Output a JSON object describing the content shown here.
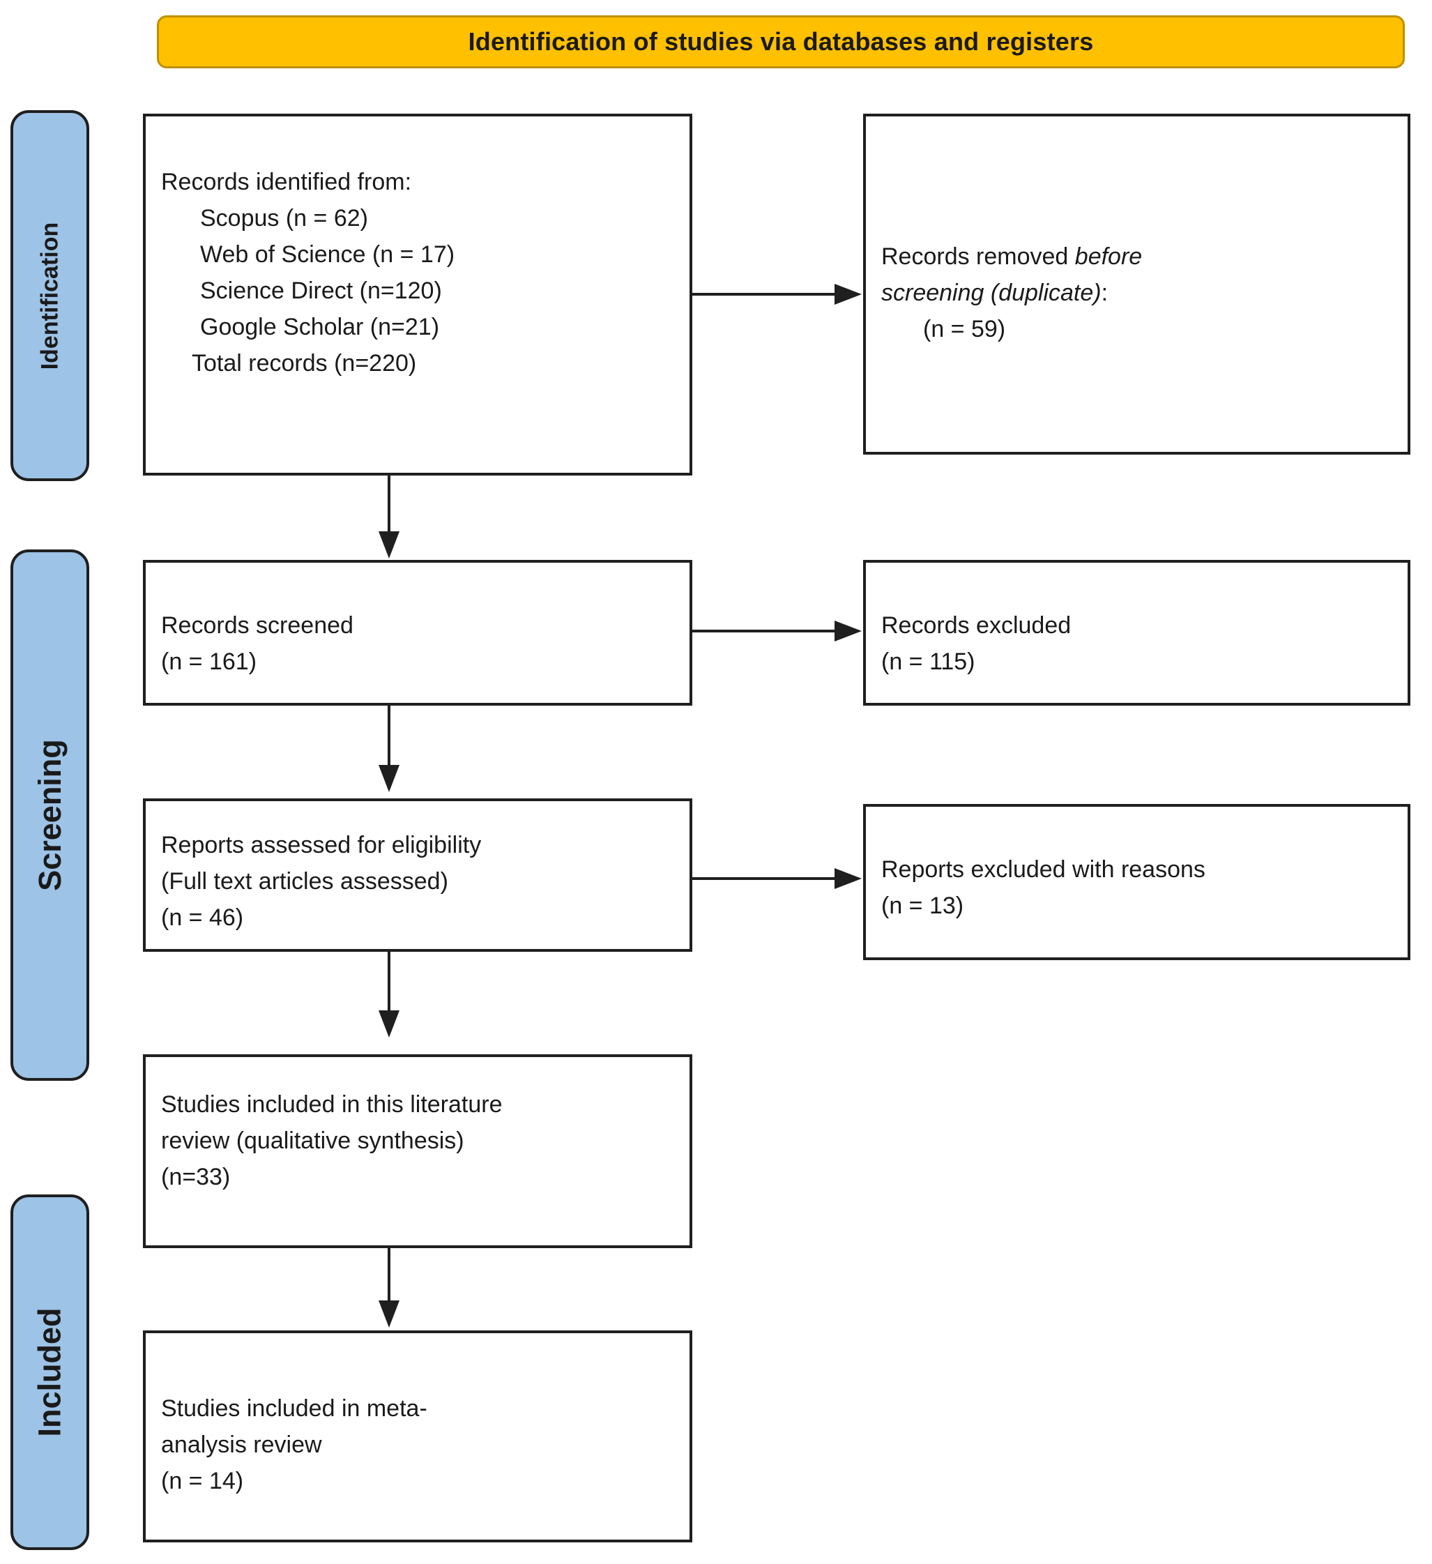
{
  "header": {
    "title": "Identification of studies via databases and registers"
  },
  "sidebar": {
    "stages": [
      {
        "label": "Identification"
      },
      {
        "label": "Screening"
      },
      {
        "label": "Included"
      }
    ]
  },
  "boxes": {
    "records_identified": {
      "lines": [
        "Records identified from:",
        "Scopus (n = 62)",
        "Web of Science (n = 17)",
        "Science Direct (n=120)",
        "Google Scholar (n=21)",
        "Total records (n=220)"
      ]
    },
    "records_removed": {
      "line1_normal": "Records removed ",
      "line1_italic": "before",
      "line2_italic": "screening (duplicate)",
      "line2_normal": ":",
      "count_line": "(n = 59)"
    },
    "records_screened": {
      "lines": [
        "Records screened",
        "(n = 161)"
      ]
    },
    "records_excluded": {
      "lines": [
        "Records excluded",
        "(n = 115)"
      ]
    },
    "reports_assessed": {
      "lines": [
        "Reports assessed for eligibility",
        "(Full text articles assessed)",
        "(n = 46)"
      ]
    },
    "reports_excluded": {
      "lines": [
        "Reports excluded with reasons",
        "(n = 13)"
      ]
    },
    "studies_included_qualitative": {
      "lines": [
        "Studies included in this literature",
        "review (qualitative synthesis)",
        "(n=33)"
      ]
    },
    "studies_included_meta": {
      "lines": [
        "Studies included in meta-",
        "analysis review",
        "(n = 14)"
      ]
    }
  },
  "colors": {
    "banner_bg": "#FFC000",
    "banner_border": "#BF9000",
    "stage_bg": "#9DC3E6",
    "box_border": "#1F1F1F",
    "arrow": "#1F1F1F"
  }
}
